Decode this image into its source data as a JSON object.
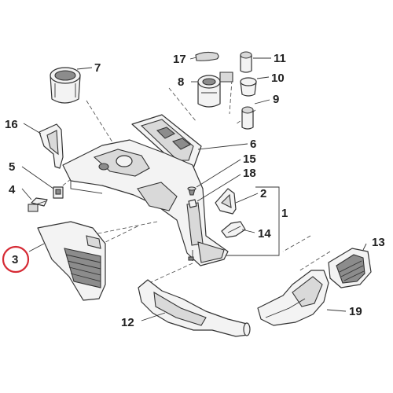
{
  "labels": {
    "p1": "1",
    "p2": "2",
    "p3": "3",
    "p4": "4",
    "p5": "5",
    "p6": "6",
    "p7": "7",
    "p8": "8",
    "p9": "9",
    "p10": "10",
    "p11": "11",
    "p12": "12",
    "p13": "13",
    "p14": "14",
    "p15": "15",
    "p16": "16",
    "p17": "17",
    "p18": "18",
    "p19": "19"
  },
  "highlight": {
    "part": "3",
    "color": "#d62b35"
  }
}
